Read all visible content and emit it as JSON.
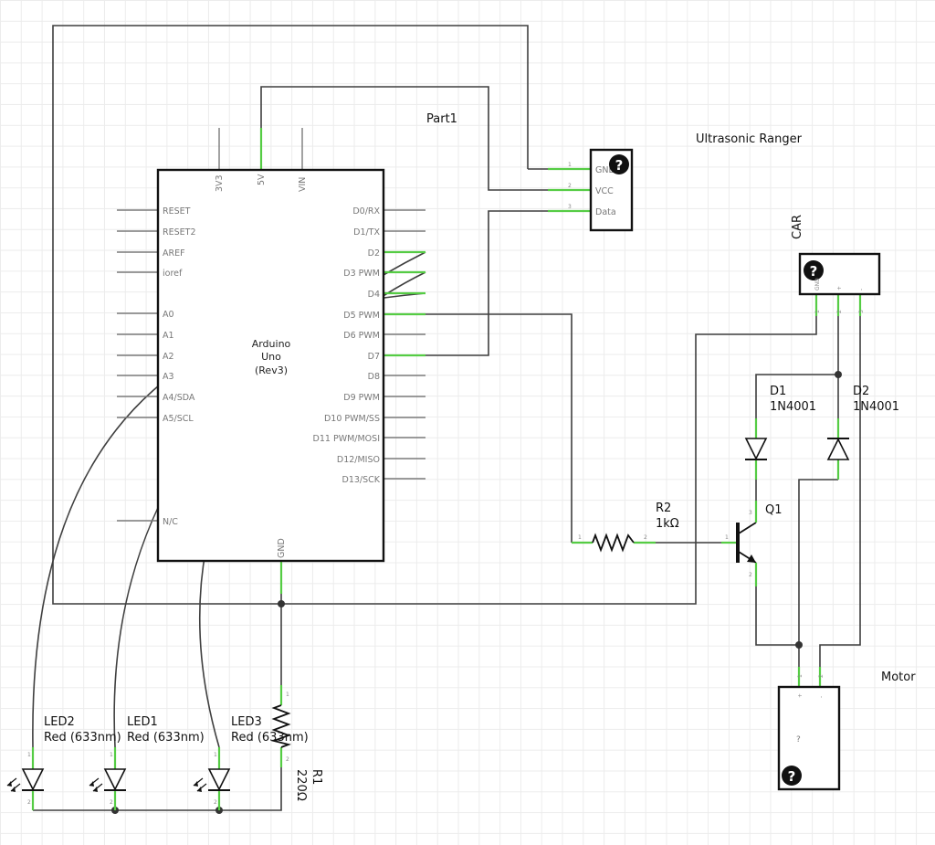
{
  "arduino": {
    "part_label": "Part1",
    "name_line1": "Arduino",
    "name_line2": "Uno",
    "name_line3": "(Rev3)",
    "top_pins": [
      "3V3",
      "5V",
      "VIN"
    ],
    "bottom_pin": "GND",
    "left_pins": [
      "RESET",
      "RESET2",
      "AREF",
      "ioref",
      "A0",
      "A1",
      "A2",
      "A3",
      "A4/SDA",
      "A5/SCL",
      "N/C"
    ],
    "right_pins": [
      "D0/RX",
      "D1/TX",
      "D2",
      "D3 PWM",
      "D4",
      "D5 PWM",
      "D6 PWM",
      "D7",
      "D8",
      "D9 PWM",
      "D10 PWM/SS",
      "D11 PWM/MOSI",
      "D12/MISO",
      "D13/SCK"
    ]
  },
  "ultrasonic": {
    "title": "Ultrasonic Ranger",
    "pins": [
      "GND",
      "VCC",
      "Data"
    ],
    "pin_numbers": [
      "1",
      "2",
      "3"
    ],
    "unknown_mark": "?"
  },
  "car": {
    "title": "CAR",
    "pins": [
      "GND",
      "+",
      "-"
    ],
    "pin_numbers": [
      "1",
      "2",
      "3"
    ],
    "unknown_mark": "?"
  },
  "motor": {
    "title": "Motor",
    "pins": [
      "+",
      "-"
    ],
    "pin_numbers": [
      "1",
      "2"
    ],
    "unknown_mark": "?"
  },
  "diodes": {
    "d1": {
      "name": "D1",
      "part": "1N4001"
    },
    "d2": {
      "name": "D2",
      "part": "1N4001"
    }
  },
  "transistor": {
    "name": "Q1",
    "pins": [
      "1",
      "3",
      "2"
    ]
  },
  "resistors": {
    "r2": {
      "name": "R2",
      "value": "1kΩ",
      "pins": [
        "1",
        "2"
      ]
    },
    "r1": {
      "name": "R1",
      "value": "220Ω",
      "pins": [
        "1",
        "2"
      ]
    }
  },
  "leds": [
    {
      "name": "LED2",
      "color": "Red (633nm)",
      "pins": [
        "1",
        "2"
      ]
    },
    {
      "name": "LED1",
      "color": "Red (633nm)",
      "pins": [
        "1",
        "2"
      ]
    },
    {
      "name": "LED3",
      "color": "Red (633nm)",
      "pins": [
        "1",
        "2"
      ]
    }
  ],
  "colors": {
    "wire": "#3f3f3f",
    "pin_highlight": "#55cc44",
    "pin_line": "#7a7a7a",
    "grid": "#ececec"
  }
}
